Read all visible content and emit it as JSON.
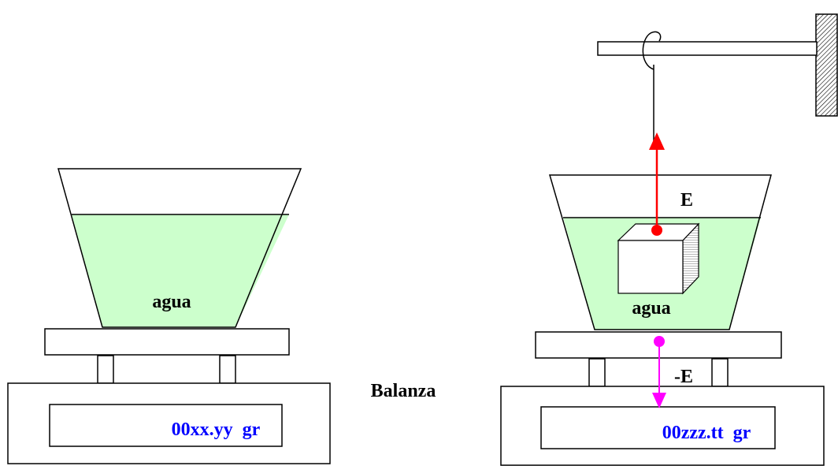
{
  "left_setup": {
    "liquid_label": "agua",
    "display_reading": "00xx.yy  gr"
  },
  "scale_label": "Balanza",
  "right_setup": {
    "liquid_label": "agua",
    "buoyancy_label": "E",
    "reaction_label": "-E",
    "display_reading": "00zzz.tt  gr"
  },
  "colors": {
    "water": "#ccffcc",
    "buoyancy_arrow": "#ff0000",
    "reaction_arrow": "#ff00ff",
    "display_text": "#0000ff",
    "outline": "#000000"
  }
}
